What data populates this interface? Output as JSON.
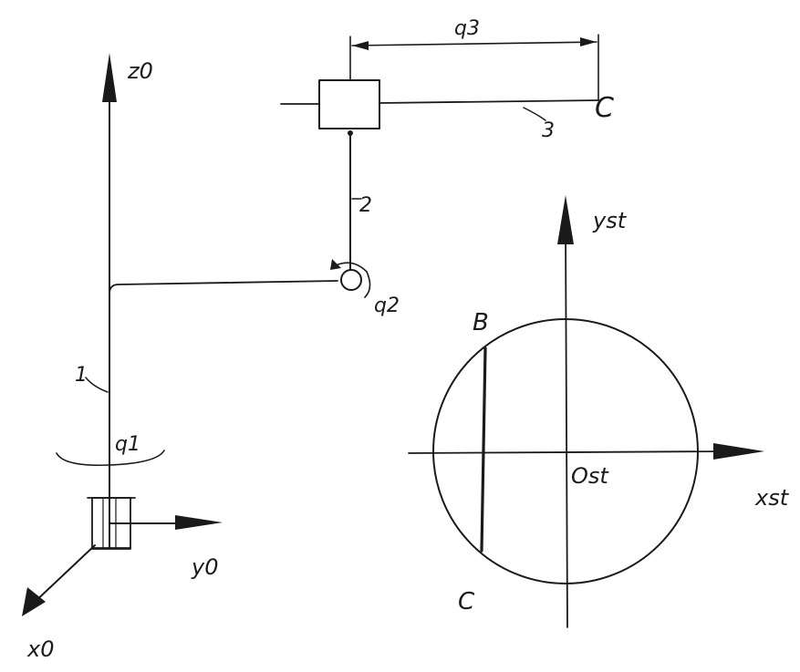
{
  "labels": {
    "z0": "z0",
    "y0": "y0",
    "x0": "x0",
    "q1": "q1",
    "q2": "q2",
    "q3": "q3",
    "link1": "1",
    "link2": "2",
    "link3": "3",
    "gripper": "C",
    "yst": "yst",
    "xst": "xst",
    "ost": "Ost",
    "pointB": "B",
    "pointC": "C"
  },
  "colors": {
    "ink": "#1a1a1a",
    "paper": "#ffffff"
  }
}
